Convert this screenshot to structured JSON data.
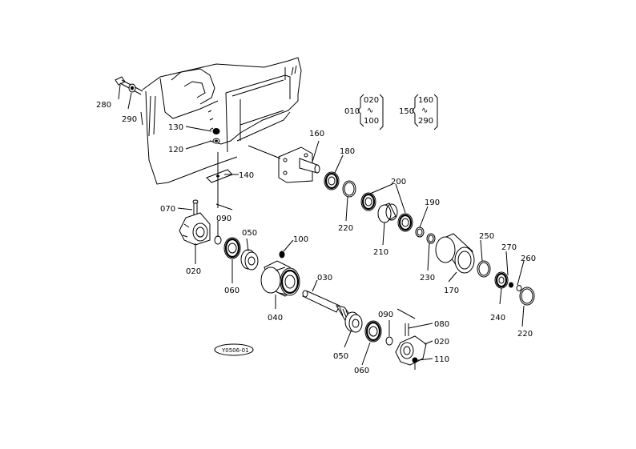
{
  "diagram": {
    "part_labels": {
      "p280": "280",
      "p290": "290",
      "p130": "130",
      "p120": "120",
      "p140": "140",
      "p160": "160",
      "p180": "180",
      "p200": "200",
      "p190": "190",
      "p220a": "220",
      "p210": "210",
      "p230": "230",
      "p170": "170",
      "p250": "250",
      "p270": "270",
      "p260": "260",
      "p240": "240",
      "p220b": "220",
      "p070": "070",
      "p090a": "090",
      "p050a": "050",
      "p100": "100",
      "p020a": "020",
      "p060a": "060",
      "p030": "030",
      "p040": "040",
      "p090b": "090",
      "p080": "080",
      "p020b": "020",
      "p110": "110",
      "p050b": "050",
      "p060b": "060"
    },
    "legend": {
      "left_key": "010",
      "left_top": "020",
      "left_tilde": "∿",
      "left_bottom": "100",
      "right_key": "150",
      "right_top": "160",
      "right_tilde": "∿",
      "right_bottom": "290"
    },
    "stamp": "Y0506-01"
  }
}
